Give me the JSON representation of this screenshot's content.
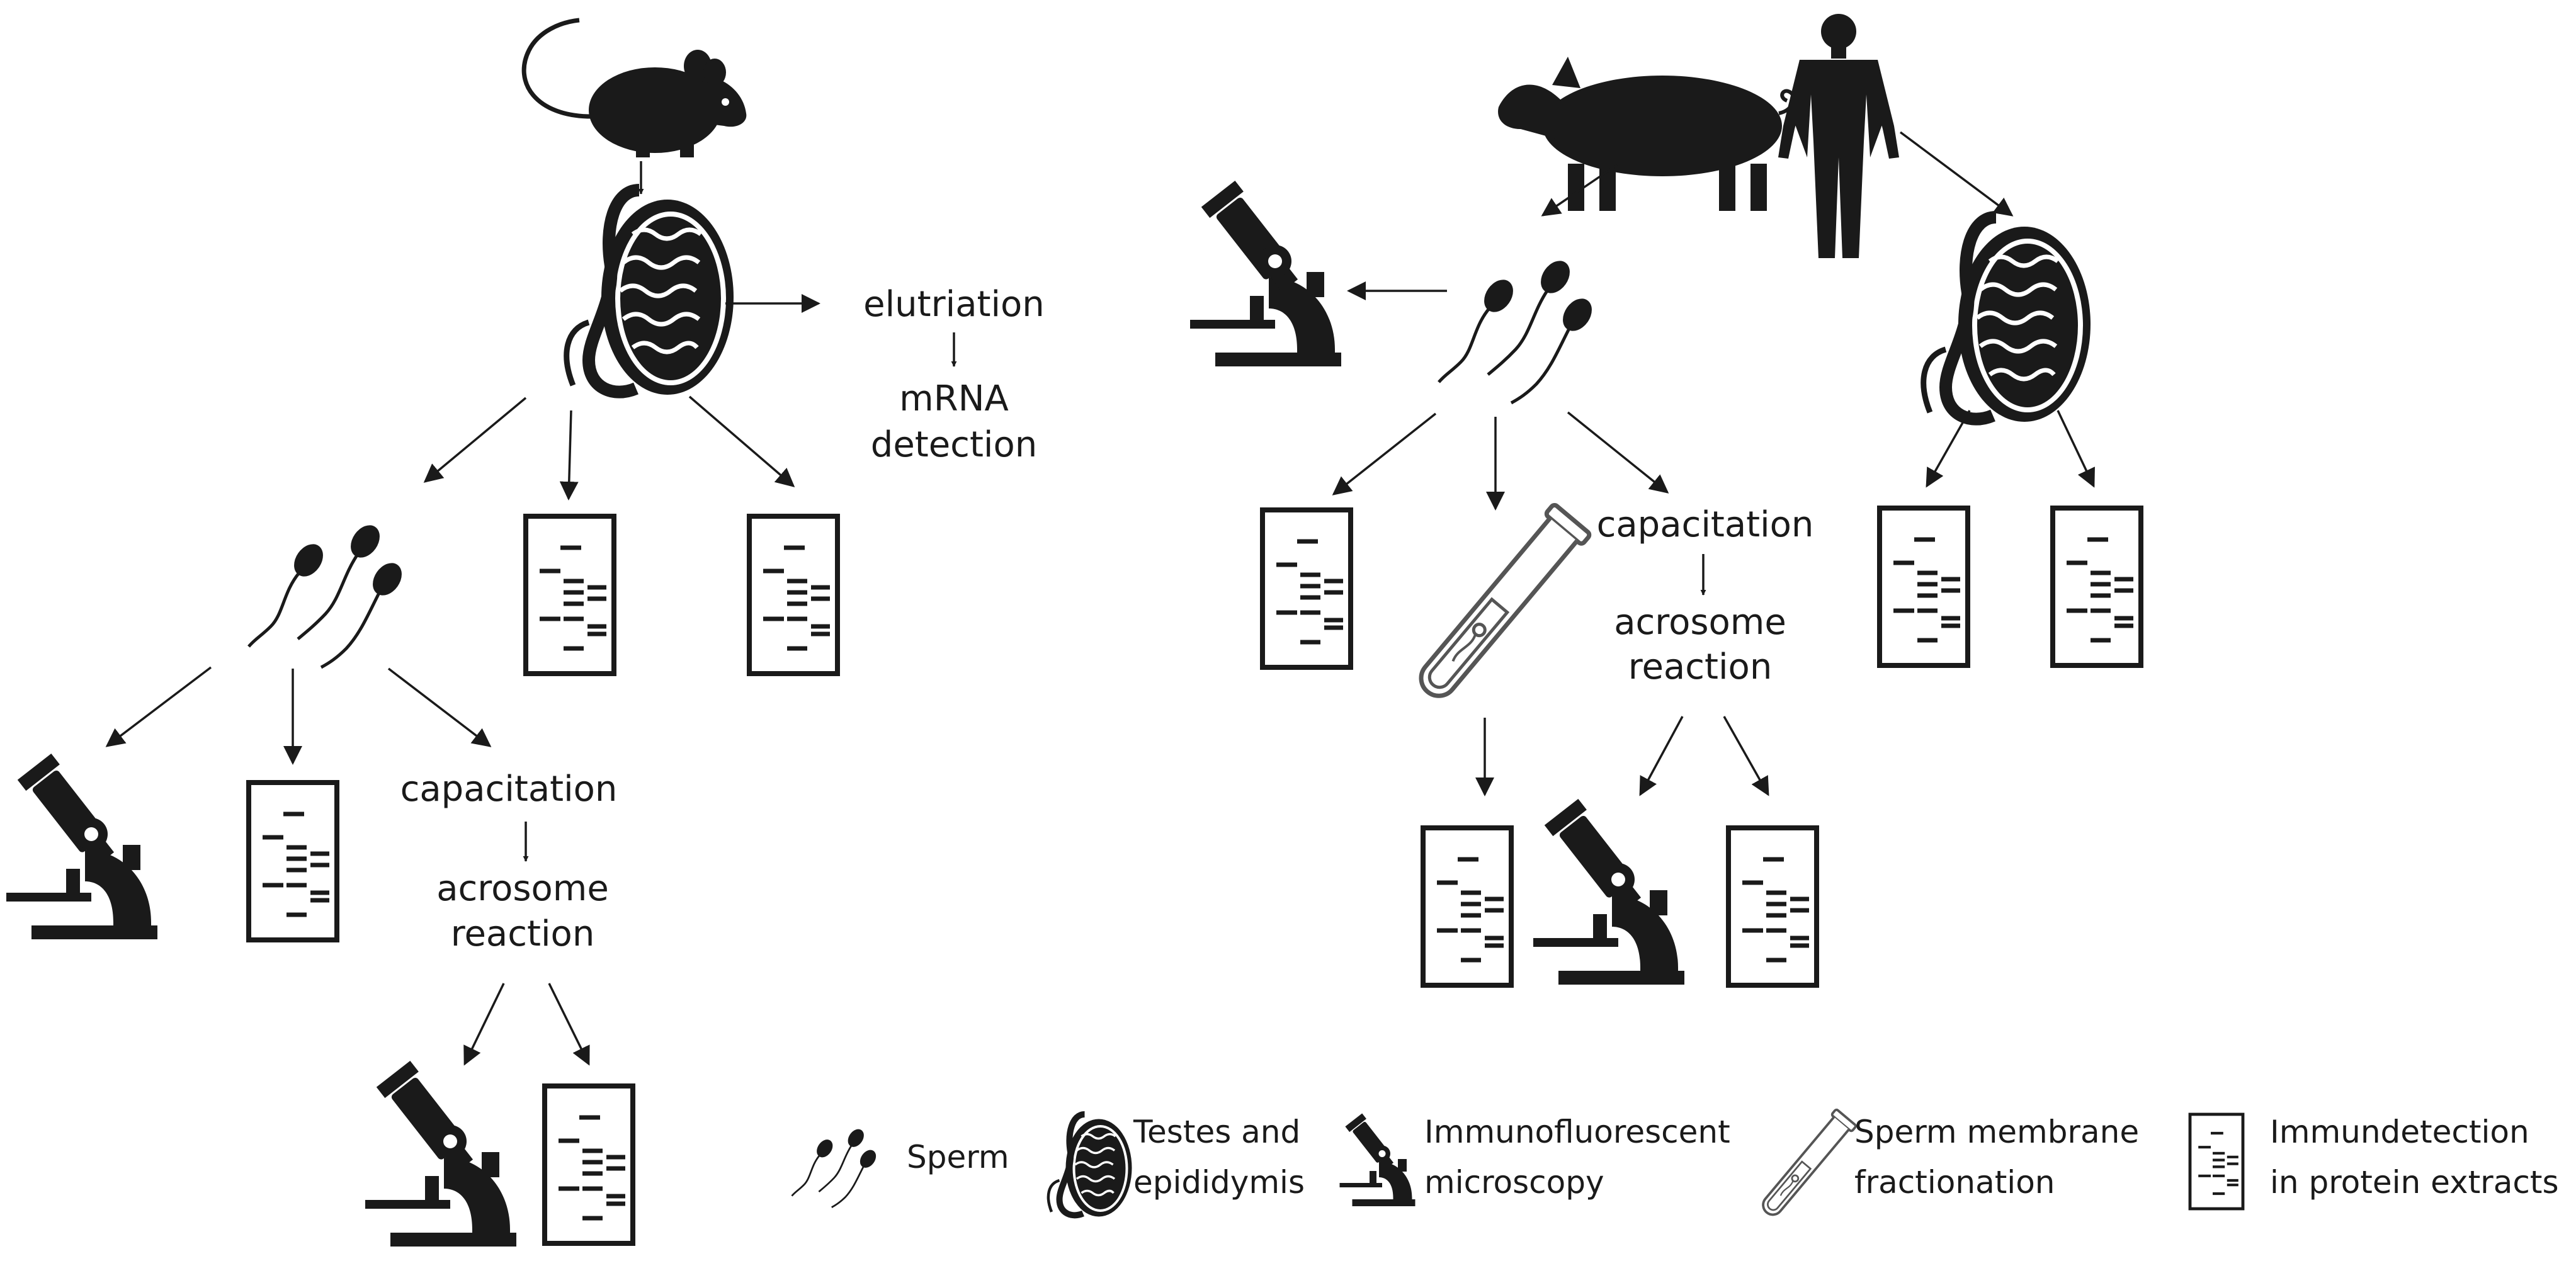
{
  "labels": {
    "mouse_elutriation": "elutriation",
    "mouse_mrna_1": "mRNA",
    "mouse_mrna_2": "detection",
    "mouse_capacitation": "capacitation",
    "mouse_acrosome_1": "acrosome",
    "mouse_acrosome_2": "reaction",
    "right_capacitation": "capacitation",
    "right_acrosome_1": "acrosome",
    "right_acrosome_2": "reaction"
  },
  "legend": {
    "sperm": "Sperm",
    "testes_1": "Testes and",
    "testes_2": "epididymis",
    "microscopy_1": "Immunofluorescent",
    "microscopy_2": "microscopy",
    "fractionation_1": "Sperm membrane",
    "fractionation_2": "fractionation",
    "immunodetection_1": "Immundetection",
    "immunodetection_2": "in protein extracts"
  },
  "icons": {
    "mouse": "mouse-icon",
    "pig": "pig-icon",
    "human": "human-icon",
    "testis": "testis-icon",
    "sperm": "sperm-icon",
    "microscope": "microscope-icon",
    "blot": "western-blot-icon",
    "tube": "test-tube-icon"
  },
  "colors": {
    "ink": "#1a1a1a",
    "background": "#ffffff"
  }
}
